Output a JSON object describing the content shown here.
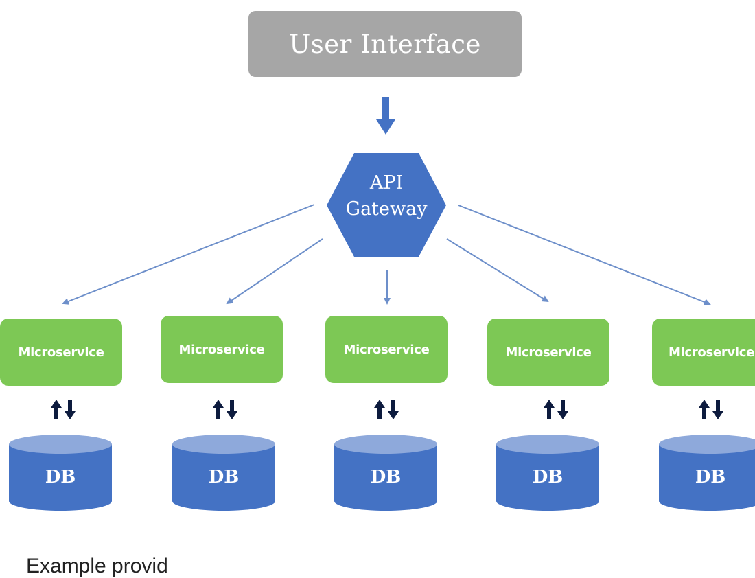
{
  "colors": {
    "ui_box": "#a6a6a6",
    "gateway": "#4472c4",
    "microservice": "#7dc855",
    "db_body": "#4472c4",
    "db_top": "#8ea9db",
    "arrow_main": "#4472c4",
    "arrow_connector": "#6d8fca",
    "arrow_bidirectional": "#0d1b3e"
  },
  "user_interface": {
    "label": "User Interface"
  },
  "api_gateway": {
    "line1": "API",
    "line2": "Gateway"
  },
  "microservices": [
    {
      "label": "Microservice"
    },
    {
      "label": "Microservice"
    },
    {
      "label": "Microservice"
    },
    {
      "label": "Microservice"
    },
    {
      "label": "Microservice"
    }
  ],
  "databases": [
    {
      "label": "DB"
    },
    {
      "label": "DB"
    },
    {
      "label": "DB"
    },
    {
      "label": "DB"
    },
    {
      "label": "DB"
    }
  ],
  "bidirectional_arrow_icon": "up-down-arrows-icon",
  "bottom_text": "Example provid"
}
